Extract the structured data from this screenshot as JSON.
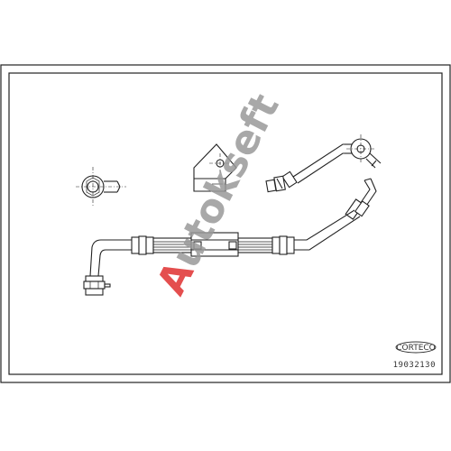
{
  "diagram": {
    "watermark": {
      "text": "Autokseft",
      "first_letter": "A",
      "rest": "utokseft",
      "accent_color": "#e03030",
      "gray_color": "#9a9a9a"
    },
    "brand_logo": {
      "text": "CORTECO"
    },
    "part_number": "19032130",
    "line_color": "#222222",
    "frame_color": "#222222"
  }
}
